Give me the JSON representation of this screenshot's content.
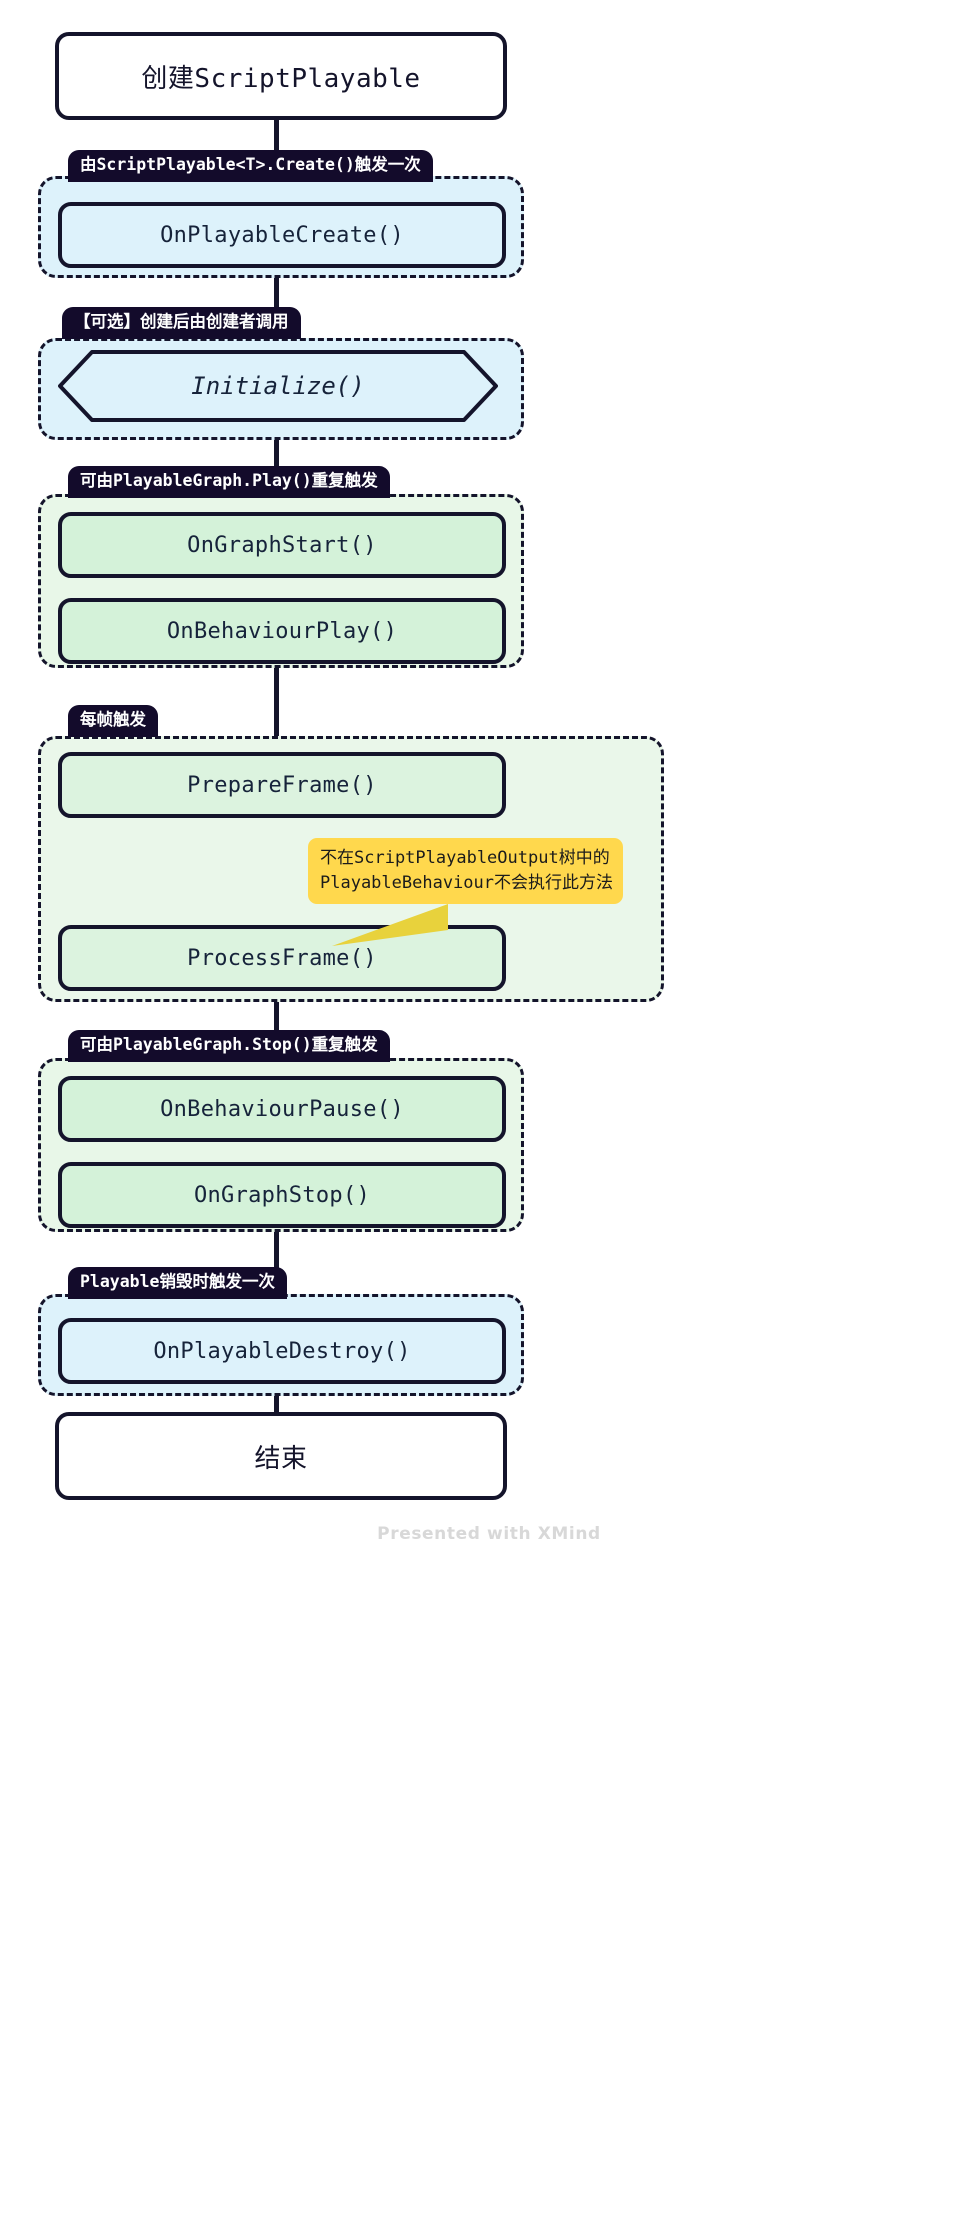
{
  "diagram": {
    "type": "flowchart",
    "orientation": "top-to-bottom",
    "title_node": "创建ScriptPlayable",
    "end_node": "结束",
    "watermark": "Presented with XMind",
    "colors": {
      "stroke": "#14142b",
      "blue_fill": "#ddf2fb",
      "green_fill": "#d4f2d9",
      "green_group": "#e8f7e8",
      "callout_fill": "#ffd84d",
      "badge_fill": "#130b2b",
      "badge_text": "#ffffff",
      "watermark_text": "#d8d8d8"
    },
    "groups": [
      {
        "id": "create",
        "label": "由ScriptPlayable<T>.Create()触发一次",
        "fill": "blue",
        "nodes": [
          {
            "label": "OnPlayableCreate()",
            "shape": "rounded-rect",
            "fill": "blue"
          }
        ]
      },
      {
        "id": "initialize",
        "label": "【可选】创建后由创建者调用",
        "fill": "blue",
        "nodes": [
          {
            "label": "Initialize()",
            "shape": "hexagon",
            "fill": "blue",
            "italic": true
          }
        ]
      },
      {
        "id": "play",
        "label": "可由PlayableGraph.Play()重复触发",
        "fill": "green",
        "nodes": [
          {
            "label": "OnGraphStart()",
            "shape": "rounded-rect",
            "fill": "green"
          },
          {
            "label": "OnBehaviourPlay()",
            "shape": "rounded-rect",
            "fill": "green"
          }
        ]
      },
      {
        "id": "frame",
        "label": "每帧触发",
        "fill": "green",
        "nodes": [
          {
            "label": "PrepareFrame()",
            "shape": "rounded-rect",
            "fill": "green"
          },
          {
            "label": "ProcessFrame()",
            "shape": "rounded-rect",
            "fill": "green"
          }
        ]
      },
      {
        "id": "stop",
        "label": "可由PlayableGraph.Stop()重复触发",
        "fill": "green",
        "nodes": [
          {
            "label": "OnBehaviourPause()",
            "shape": "rounded-rect",
            "fill": "green"
          },
          {
            "label": "OnGraphStop()",
            "shape": "rounded-rect",
            "fill": "green"
          }
        ]
      },
      {
        "id": "destroy",
        "label": "Playable销毁时触发一次",
        "fill": "blue",
        "nodes": [
          {
            "label": "OnPlayableDestroy()",
            "shape": "rounded-rect",
            "fill": "blue"
          }
        ]
      }
    ],
    "callouts": [
      {
        "id": "process-frame-note",
        "attached_to": "ProcessFrame()",
        "line1": "不在ScriptPlayableOutput树中的",
        "line2": "PlayableBehaviour不会执行此方法"
      }
    ]
  }
}
